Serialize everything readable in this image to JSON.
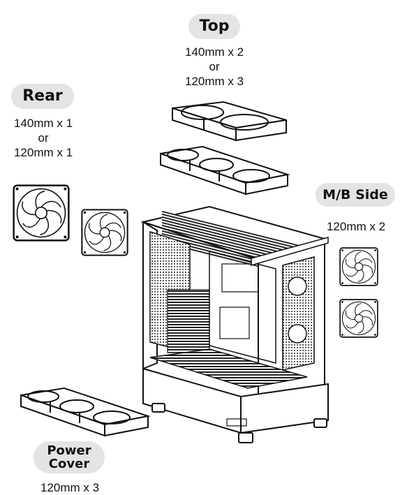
{
  "labels": {
    "top": {
      "title": "Top",
      "spec": [
        "140mm x 2",
        "or",
        "120mm x 3"
      ]
    },
    "rear": {
      "title": "Rear",
      "spec": [
        "140mm x 1",
        "or",
        "120mm x 1"
      ]
    },
    "mb_side": {
      "title": "M/B Side",
      "spec": [
        "120mm x 2"
      ]
    },
    "power_cover": {
      "title_line1": "Power",
      "title_line2": "Cover",
      "spec": [
        "120mm x 3"
      ]
    }
  },
  "colors": {
    "pill": "#e4e4e4",
    "line": "#111111"
  }
}
